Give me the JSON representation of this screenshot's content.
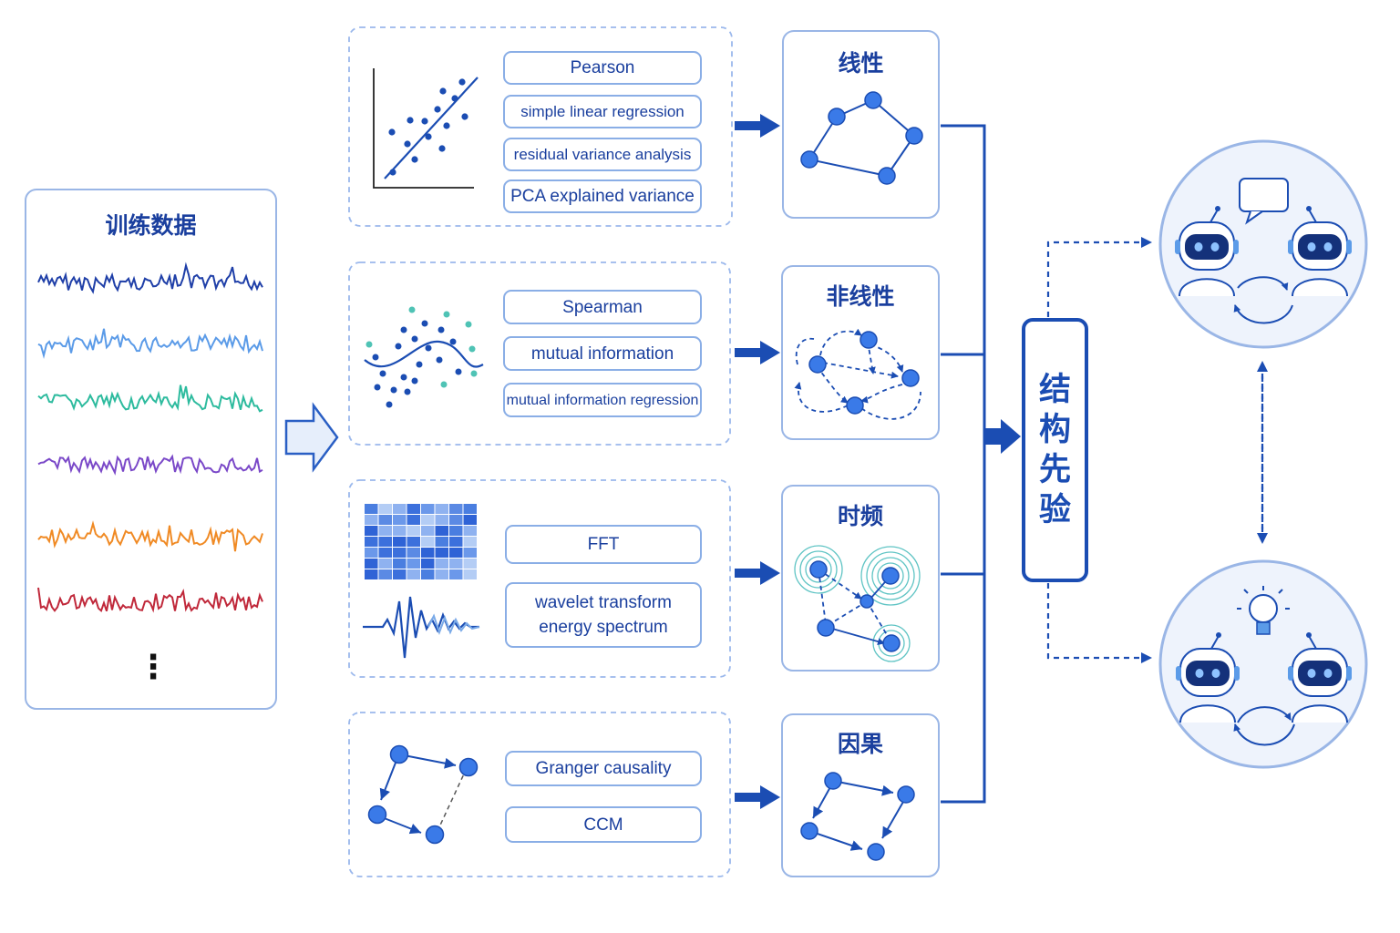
{
  "training_panel": {
    "title": "训练数据",
    "ellipsis": "⋮",
    "series_colors": [
      "#1f3fa8",
      "#5b9be8",
      "#2dbb9e",
      "#7a48c8",
      "#f08a24",
      "#c0283a"
    ]
  },
  "groups": [
    {
      "id": "linear",
      "methods": [
        "Pearson",
        "simple linear regression",
        "residual variance analysis",
        "PCA explained variance"
      ],
      "category": "线性"
    },
    {
      "id": "nonlinear",
      "methods": [
        "Spearman",
        "mutual information",
        "mutual information regression"
      ],
      "category": "非线性"
    },
    {
      "id": "timefreq",
      "methods": [
        "FFT",
        "wavelet transform",
        "energy spectrum"
      ],
      "category": "时频"
    },
    {
      "id": "causal",
      "methods": [
        "Granger causality",
        "CCM"
      ],
      "category": "因果"
    }
  ],
  "prior": {
    "chars": [
      "结",
      "构",
      "先",
      "验"
    ]
  },
  "agents": {
    "top": {
      "bubble_icon": "speech-bubble-icon"
    },
    "bottom": {
      "bubble_icon": "lightbulb-icon"
    }
  },
  "colors": {
    "primary": "#1b4db3",
    "node": "#3a7ae8",
    "border": "#8aaee6",
    "dashed": "#9bb8ec"
  }
}
